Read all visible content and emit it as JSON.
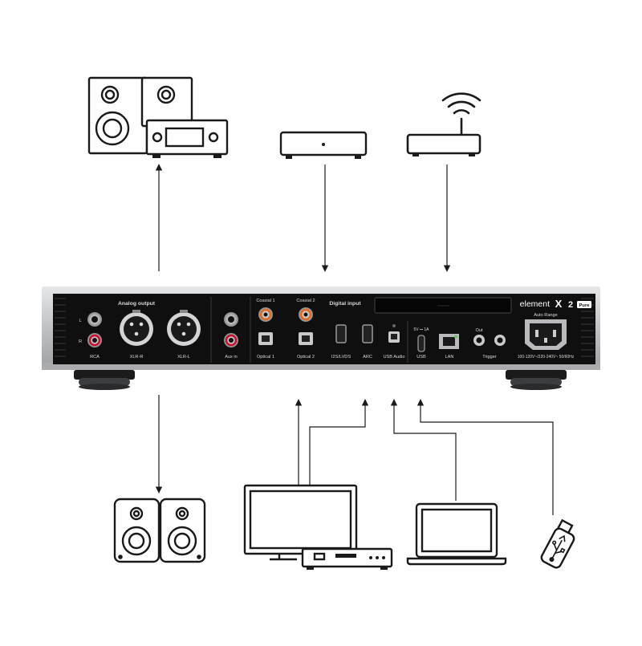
{
  "device": {
    "brand": "element",
    "model_mark": "X",
    "model_num": "2",
    "badge": "Pure"
  },
  "panel": {
    "analog_output": "Analog output",
    "digital_input": "Digital input",
    "channel_l": "L",
    "channel_r": "R",
    "rca": "RCA",
    "xlr_r": "XLR-R",
    "xlr_l": "XLR-L",
    "aux_in": "Aux in",
    "coaxial_1": "Coaxial 1",
    "coaxial_2": "Coaxial 2",
    "optical_1": "Optical 1",
    "optical_2": "Optical 2",
    "i2s_lvds": "I2S/LVDS",
    "arc": "ARC",
    "usb_audio": "USB Audio",
    "usb_power": "5V ⎓ 1A",
    "usb": "USB",
    "lan": "LAN",
    "out": "Out",
    "trigger": "Trigger",
    "auto_range": "Auto Range",
    "power_rating": "100-120V~/220-240V~ 50/60Hz"
  },
  "icons": {
    "top": [
      "speakers-amplifier-icon",
      "set-top-box-icon",
      "wifi-router-icon"
    ],
    "bottom": [
      "bookshelf-speakers-icon",
      "tv-with-player-icon",
      "laptop-icon",
      "usb-drive-icon"
    ]
  },
  "colors": {
    "line": "#1a1a1a",
    "panel": "#0f0f10",
    "chassis": "#c7c8ca",
    "coax_ring": "#e06a1e",
    "rca_red": "#c8102e",
    "text_panel": "#d9d9d9"
  }
}
